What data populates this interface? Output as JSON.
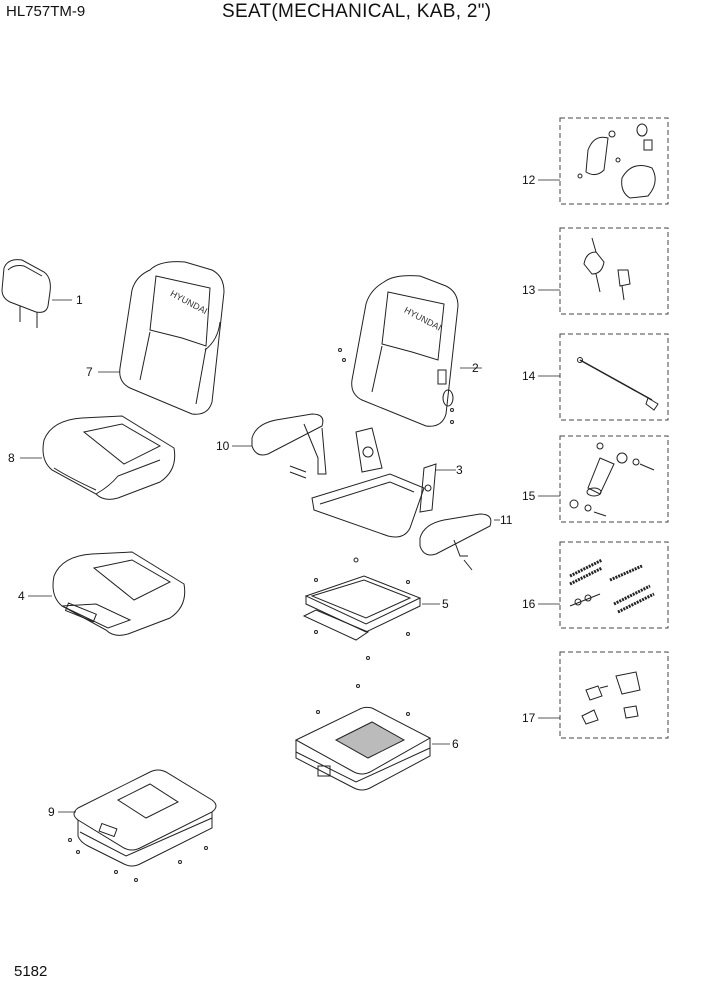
{
  "header": {
    "model": "HL757TM-9",
    "title": "SEAT(MECHANICAL, KAB, 2\")"
  },
  "page_number": "5182",
  "parts": [
    {
      "no": "1",
      "icon": "headrest-icon"
    },
    {
      "no": "2",
      "icon": "seat-backrest-icon"
    },
    {
      "no": "3",
      "icon": "seat-frame-icon"
    },
    {
      "no": "4",
      "icon": "seat-cushion-icon"
    },
    {
      "no": "5",
      "icon": "slide-rail-icon"
    },
    {
      "no": "6",
      "icon": "suspension-icon"
    },
    {
      "no": "7",
      "icon": "backrest-cover-icon"
    },
    {
      "no": "8",
      "icon": "cushion-cover-icon"
    },
    {
      "no": "9",
      "icon": "suspension-cover-icon"
    },
    {
      "no": "10",
      "icon": "armrest-left-icon"
    },
    {
      "no": "11",
      "icon": "armrest-right-icon"
    },
    {
      "no": "12",
      "icon": "lever-kit-icon"
    },
    {
      "no": "13",
      "icon": "seat-belt-icon"
    },
    {
      "no": "14",
      "icon": "cable-icon"
    },
    {
      "no": "15",
      "icon": "damper-icon"
    },
    {
      "no": "16",
      "icon": "spring-kit-icon"
    },
    {
      "no": "17",
      "icon": "hardware-kit-icon"
    }
  ]
}
